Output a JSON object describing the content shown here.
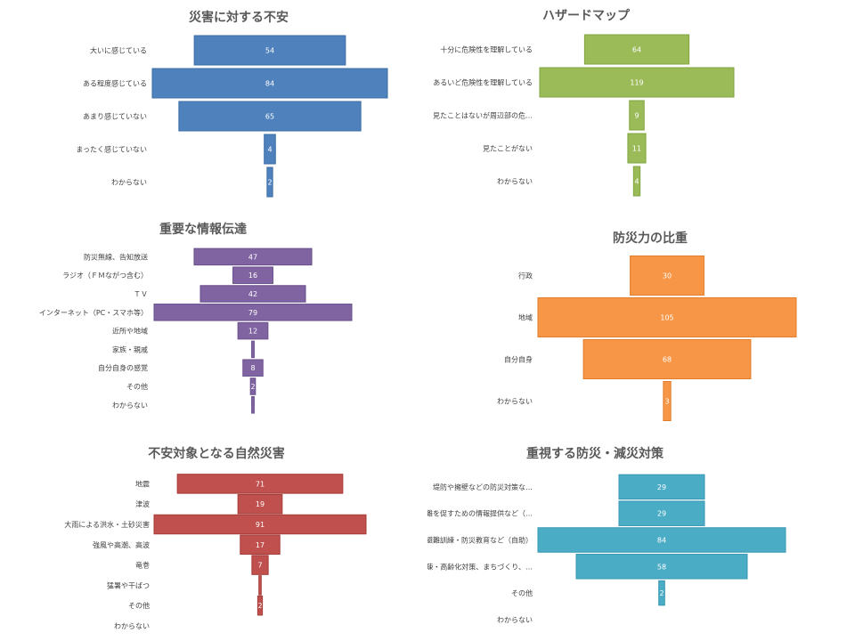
{
  "chart_data": [
    {
      "type": "bar",
      "title": "災害に対する不安",
      "categories": [
        "大いに感じている",
        "ある程度感じている",
        "あまり感じていない",
        "まったく感じていない",
        "わからない"
      ],
      "values": [
        54,
        84,
        65,
        4,
        2
      ],
      "color": "#4f81bd",
      "border": "#3a6ea5"
    },
    {
      "type": "bar",
      "title": "ハザードマップ",
      "categories": [
        "十分に危険性を理解している",
        "あるいど危険性を理解している",
        "見たことはないが周辺部の危…",
        "見たことがない",
        "わからない"
      ],
      "values": [
        64,
        119,
        9,
        11,
        4
      ],
      "color": "#9bbb59",
      "border": "#82a63f"
    },
    {
      "type": "bar",
      "title": "重要な情報伝達",
      "categories": [
        "防災無線、告知放送",
        "ラジオ（ＦＭながつ含む）",
        "ＴＶ",
        "インターネット（PC・スマホ等）",
        "近所や地域",
        "家族・親戚",
        "自分自身の感覚",
        "その他",
        "わからない"
      ],
      "values": [
        47,
        16,
        42,
        79,
        12,
        1,
        8,
        2,
        1
      ],
      "labels": [
        "47",
        "16",
        "42",
        "79",
        "12",
        "",
        "8",
        "2",
        ""
      ],
      "color": "#8064a2",
      "border": "#6a4f8c"
    },
    {
      "type": "bar",
      "title": "防災力の比重",
      "categories": [
        "行政",
        "地域",
        "自分自身",
        "わからない"
      ],
      "values": [
        30,
        105,
        68,
        3
      ],
      "color": "#f79646",
      "border": "#e07c2a"
    },
    {
      "type": "bar",
      "title": "不安対象となる自然災害",
      "categories": [
        "地震",
        "津波",
        "大雨による洪水・土砂災害",
        "強風や高潮、高波",
        "竜巻",
        "猛暑や干ばつ",
        "その他",
        "わからない"
      ],
      "values": [
        71,
        19,
        91,
        17,
        7,
        1,
        2,
        0
      ],
      "labels": [
        "71",
        "19",
        "91",
        "17",
        "7",
        "",
        "2",
        ""
      ],
      "color": "#c0504d",
      "border": "#a53d3a"
    },
    {
      "type": "bar",
      "title": "重視する防災・減災対策",
      "categories": [
        "堤防や擁壁などの防災対策な…",
        "避難を促すための情報提供など（…",
        "避難訓練・防災教育など（自助）",
        "過疎・高齢化対策、まちづくり、…",
        "その他",
        "わからない"
      ],
      "values": [
        29,
        29,
        84,
        58,
        2,
        0
      ],
      "labels": [
        "29",
        "29",
        "84",
        "58",
        "2",
        ""
      ],
      "color": "#4bacc6",
      "border": "#3797b2"
    }
  ]
}
